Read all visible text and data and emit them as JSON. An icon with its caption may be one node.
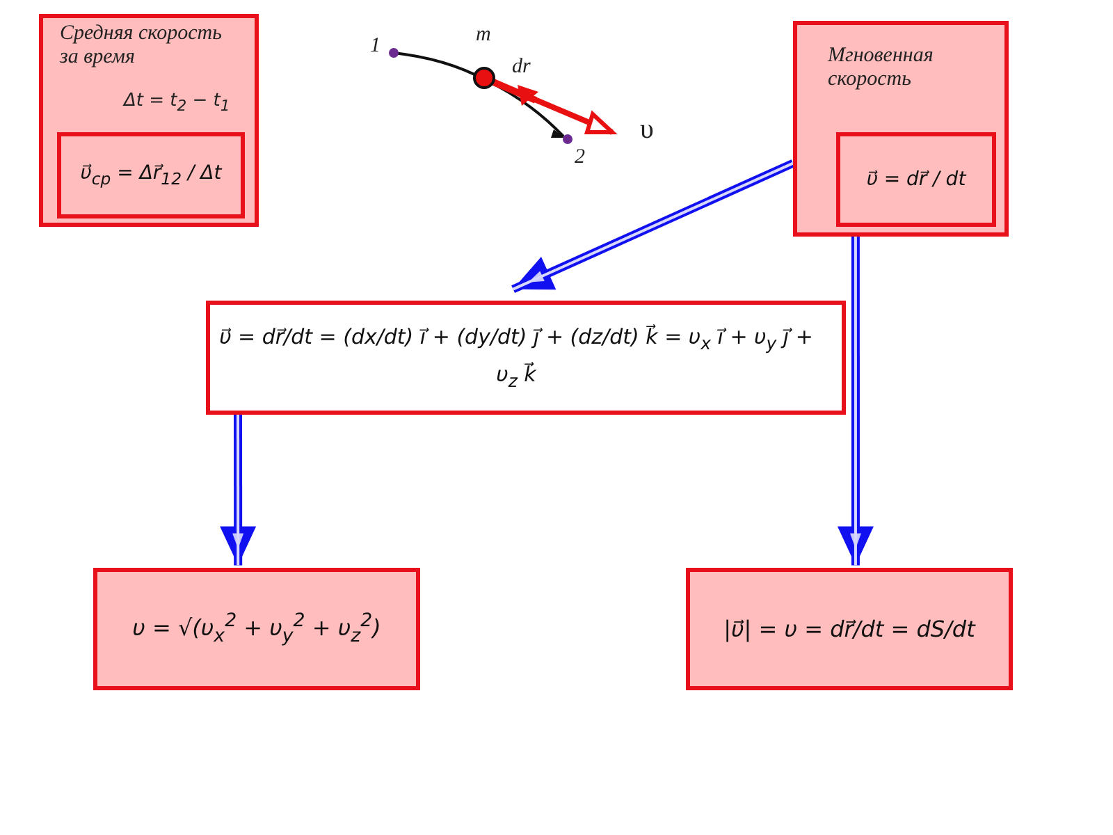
{
  "diagram": {
    "nodes": [
      {
        "text": [
          "Средняя скорость за время",
          "Δt = t$_{2}$ − t$_{1}$"
        ]
      },
      {
        "text": [
          "υ⃗$_{ср}$ = Δr⃗$_{12}$ / Δt"
        ],
        "in": 0
      },
      {
        "text": [
          "Мгновенная скорость"
        ]
      },
      {
        "text": [
          "υ⃗ = dr⃗ / dt"
        ],
        "in": 2
      },
      {
        "text": [
          "υ⃗ = dr⃗/dt = (dx/dt) i⃗ + (dy/dt) j⃗ + (dz/dt) k⃗ = υ$_{x}$ i⃗ + υ$_{y}$ j⃗ + υ$_{z}$ k⃗"
        ]
      },
      {
        "text": [
          "υ = √(υ$_{x}$$^{2}$ + υ$_{y}$$^{2}$ + υ$_{z}$$^{2}$)"
        ]
      },
      {
        "text": [
          "|υ⃗| = υ = dr⃗/dt = dS/dt"
        ]
      }
    ],
    "edges": [
      {
        "from": 2,
        "to": 4,
        "arrow": "to"
      },
      {
        "from": 4,
        "to": 5,
        "arrow": "to"
      },
      {
        "from": 2,
        "to": 6,
        "arrow": "to"
      }
    ],
    "labels": [
      "1",
      "m",
      "dr⃗",
      "υ",
      "2"
    ]
  }
}
